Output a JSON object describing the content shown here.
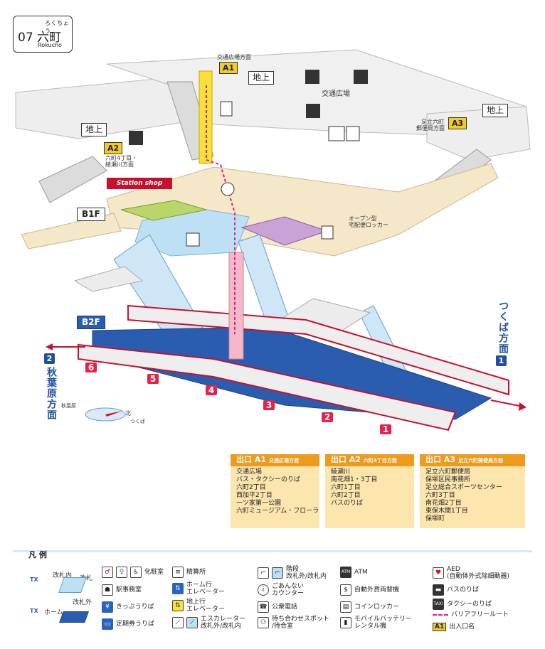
{
  "station": {
    "number_name": "07 六町",
    "ruby": "ろくちょう",
    "roman": "Rokucho"
  },
  "map": {
    "ground_label": "地上",
    "b1f_label": "B1F",
    "b2f_label": "B2F",
    "exit_a1": {
      "badge": "A1",
      "caption": "交通広場方面"
    },
    "exit_a2": {
      "badge": "A2",
      "caption_line1": "六町4丁目・",
      "caption_line2": "綾瀬川方面"
    },
    "exit_a3": {
      "badge": "A3",
      "caption_line1": "足立六町",
      "caption_line2": "郵便局方面"
    },
    "bus_plaza": "交通広場",
    "station_shop": "Station shop",
    "open_locker_line1": "オープン型",
    "open_locker_line2": "宅配便ロッカー",
    "direction_tsukuba": {
      "label": "つくば方面",
      "num": "1"
    },
    "direction_akihabara": {
      "label": "秋葉原方面",
      "num": "2"
    },
    "platform_numbers": [
      "6",
      "5",
      "4",
      "3",
      "2",
      "1"
    ],
    "compass": {
      "left": "秋葉原",
      "north": "北",
      "right": "つくば"
    }
  },
  "exits": [
    {
      "title": "出口 A1",
      "subtitle": "交通広場方面",
      "items": [
        "交通広場",
        "バス・タクシーのりば",
        "六町2丁目",
        "西加平2丁目",
        "一ツ家第一公園",
        "六町ミュージアム・フローラ"
      ]
    },
    {
      "title": "出口 A2",
      "subtitle": "六町4丁目方面",
      "items": [
        "綾瀬川",
        "南花畑1・3丁目",
        "六町1丁目",
        "六町2丁目",
        "バスのりば"
      ]
    },
    {
      "title": "出口 A3",
      "subtitle": "足立六町郵便局方面",
      "items": [
        "足立六町郵便局",
        "保塚区民事務所",
        "足立総合スポーツセンター",
        "六町3丁目",
        "南花畑2丁目",
        "東保木間1丁目",
        "保塚町"
      ]
    }
  ],
  "legend": {
    "title": "凡 例",
    "gate_inside": "改札内",
    "gate": "改札",
    "gate_outside": "改札外",
    "home": "ホーム",
    "toilet": "化粧室",
    "station_office": "駅事務室",
    "ticket": "きっぷうりば",
    "commuter_pass": "定期券うりば",
    "fare_adjust": "精算所",
    "elevator_platform_line1": "ホーム行",
    "elevator_platform_line2": "エレベーター",
    "elevator_ground_line1": "地上行",
    "elevator_ground_line2": "エレベーター",
    "escalator_line1": "エスカレーター",
    "escalator_line2": "改札外/改札内",
    "stairs_line1": "階段",
    "stairs_line2": "改札外/改札内",
    "info_line1": "ごあんない",
    "info_line2": "カウンター",
    "phone": "公衆電話",
    "waiting_line1": "待ち合わせスポット",
    "waiting_line2": "/待合室",
    "atm": "ATM",
    "currency": "自動外貨両替機",
    "locker": "コインロッカー",
    "battery_line1": "モバイルバッテリー",
    "battery_line2": "レンタル機",
    "aed_line1": "AED",
    "aed_line2": "(自動体外式除細動器)",
    "bus": "バスのりば",
    "taxi": "タクシーのりば",
    "barrier_free": "バリアフリールート",
    "exit_name": "出入口名",
    "exit_name_badge": "A1"
  },
  "colors": {
    "accent_orange": "#ee9a1b",
    "platform_blue": "#2a5db0",
    "train_red": "#c8102e",
    "elevator_yellow": "#f7e13a",
    "elevator_pink": "#f4b8c8",
    "concourse_beige": "#f5e8c8"
  }
}
